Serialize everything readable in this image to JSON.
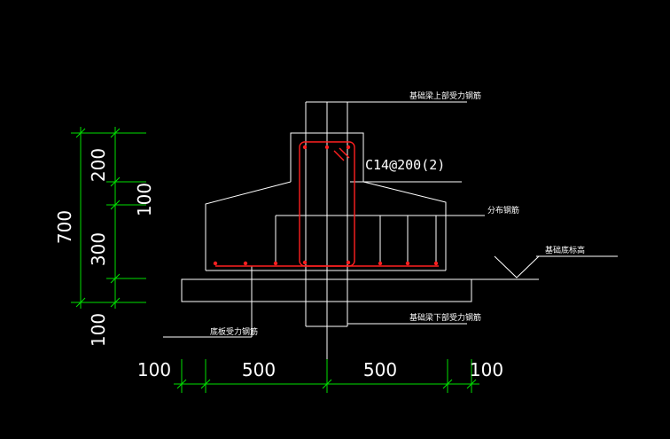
{
  "labels": {
    "top_bar": "基础梁上部受力钢筋",
    "stirrup": "C14@200(2)",
    "distribution": "分布钢筋",
    "base_elevation": "基础底标高",
    "bottom_beam_bar": "基础梁下部受力钢筋",
    "bottom_slab_bar": "底板受力钢筋"
  },
  "vertical_dims": {
    "total": "700",
    "top": "200",
    "mid": "100",
    "lower": "300",
    "bottom": "100"
  },
  "horizontal_dims": {
    "left_cover": "100",
    "left_half": "500",
    "right_half": "500",
    "right_cover": "100"
  },
  "colors": {
    "background": "#000000",
    "outline": "#ffffff",
    "rebar": "#ff2020",
    "dimension": "#00e000",
    "text": "#ffffff"
  }
}
